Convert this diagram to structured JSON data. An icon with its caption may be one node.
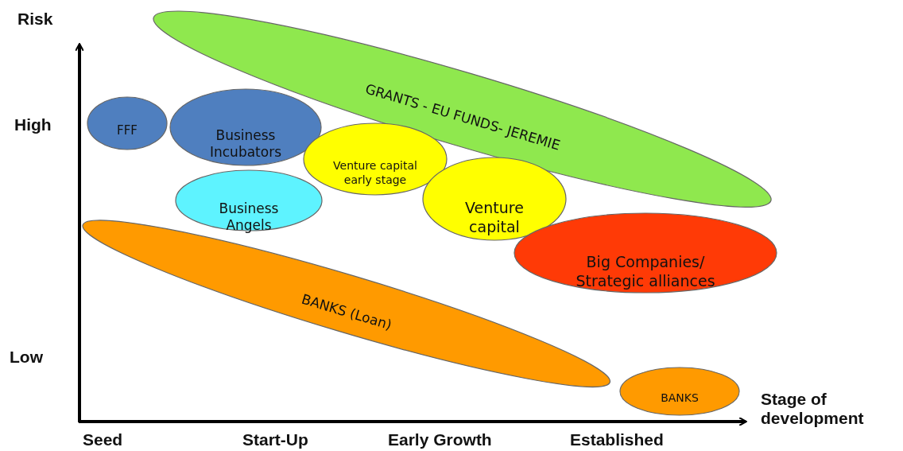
{
  "diagram": {
    "nodes": [
      {
        "text": [
          "GRANTS - EU FUNDS- JEREMIE"
        ]
      },
      {
        "text": [
          "FFF"
        ]
      },
      {
        "text": [
          "Business Incubators"
        ]
      },
      {
        "text": [
          "Venture capital early stage"
        ]
      },
      {
        "text": [
          "Business Angels"
        ]
      },
      {
        "text": [
          "Venture capital"
        ]
      },
      {
        "text": [
          "Big Companies/ Strategic alliances"
        ]
      },
      {
        "text": [
          "BANKS (Loan)"
        ]
      },
      {
        "text": [
          "BANKS"
        ]
      }
    ],
    "labels": [
      "Risk",
      "High",
      "Low",
      "Stage of development",
      "Seed",
      "Start-Up",
      "Early Growth",
      "Established"
    ]
  }
}
